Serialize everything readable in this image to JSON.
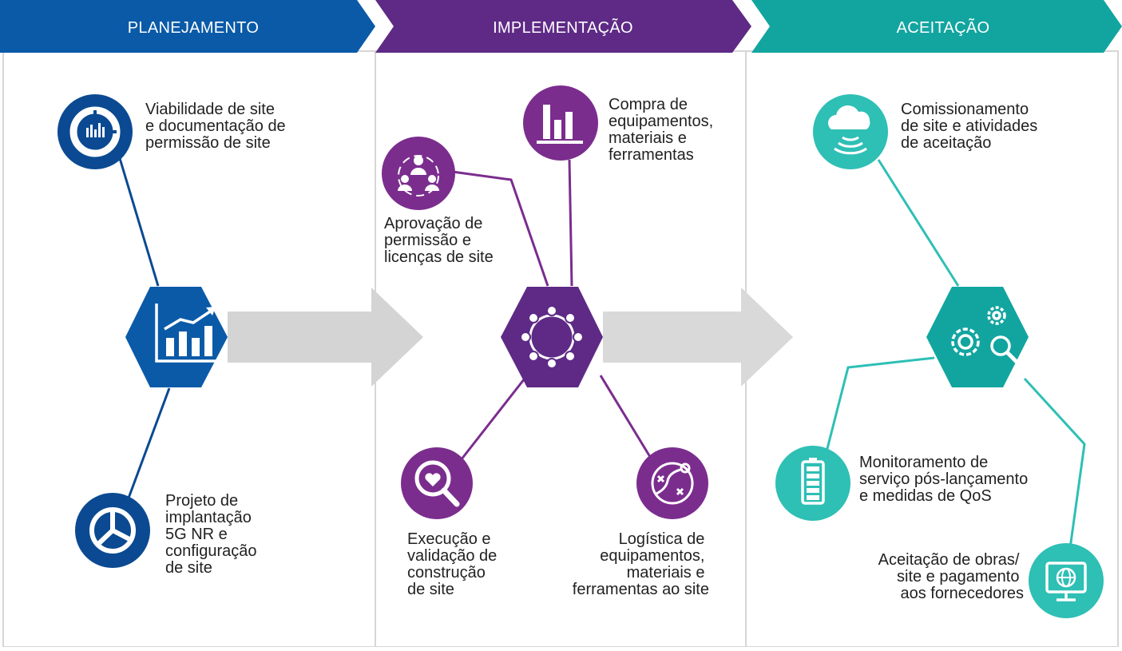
{
  "colors": {
    "planning": "#0a5aa8",
    "planning_dark": "#0b4a92",
    "implementation": "#5e2a86",
    "implementation_mid": "#7b2d8e",
    "acceptance": "#12a5a0",
    "acceptance_light": "#2ebfb5",
    "arrow_band": "#d9d9d9",
    "panel_border": "#d6d6d6",
    "text": "#222222"
  },
  "phases": [
    {
      "key": "planning",
      "label": "PLANEJAMENTO"
    },
    {
      "key": "implementation",
      "label": "IMPLEMENTAÇÃO"
    },
    {
      "key": "acceptance",
      "label": "ACEITAÇÃO"
    }
  ],
  "hubs": [
    {
      "phase": "planning",
      "icon": "growth-chart-icon"
    },
    {
      "phase": "implementation",
      "icon": "network-ring-icon"
    },
    {
      "phase": "acceptance",
      "icon": "gears-search-icon"
    }
  ],
  "steps": {
    "planning": [
      {
        "icon": "report-donut-icon",
        "lines": [
          "Viabilidade de site",
          "e documentação de",
          "permissão de site"
        ]
      },
      {
        "icon": "pie-chart-icon",
        "lines": [
          "Projeto de",
          "implantação",
          "5G NR e",
          "configuração",
          "de site"
        ]
      }
    ],
    "implementation": [
      {
        "icon": "team-icon",
        "lines": [
          "Aprovação de",
          "permissão e",
          "licenças de site"
        ]
      },
      {
        "icon": "bar-chart-icon",
        "lines": [
          "Compra de",
          "equipamentos,",
          "materiais e",
          "ferramentas"
        ]
      },
      {
        "icon": "heart-search-icon",
        "lines": [
          "Execução e",
          "validação de",
          "construção",
          "de site"
        ]
      },
      {
        "icon": "strategy-icon",
        "lines": [
          "Logística de",
          "equipamentos,",
          "materiais e",
          "ferramentas ao site"
        ]
      }
    ],
    "acceptance": [
      {
        "icon": "cloud-signal-icon",
        "lines": [
          "Comissionamento",
          "de site e atividades",
          "de aceitação"
        ]
      },
      {
        "icon": "battery-icon",
        "lines": [
          "Monitoramento de",
          "serviço pós-lançamento",
          "e medidas de QoS"
        ]
      },
      {
        "icon": "globe-monitor-icon",
        "lines": [
          "Aceitação de obras/",
          "site e pagamento",
          "aos fornecedores"
        ]
      }
    ]
  }
}
